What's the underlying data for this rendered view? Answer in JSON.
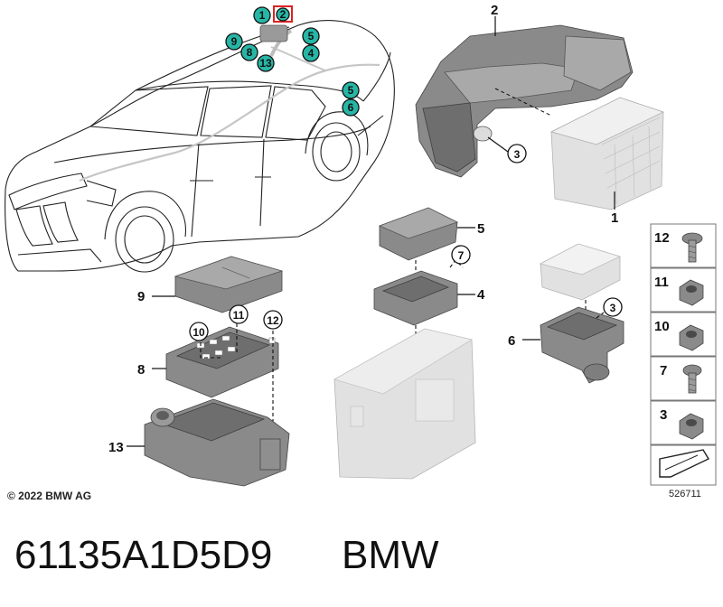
{
  "car_callouts": [
    "1",
    "2",
    "5",
    "9",
    "8",
    "4",
    "13",
    "5",
    "6"
  ],
  "labels": {
    "p1": "1",
    "p2": "2",
    "p3": "3",
    "p3b": "3",
    "p4": "4",
    "p5": "5",
    "p6": "6",
    "p7": "7",
    "p8": "8",
    "p9": "9",
    "p10": "10",
    "p11": "11",
    "p12": "12",
    "p13": "13"
  },
  "legend": {
    "items": [
      "12",
      "11",
      "10",
      "7",
      "3"
    ]
  },
  "copyright": "© 2022 BMW AG",
  "diagram_number": "526711",
  "part_number": "61135A1D5D9",
  "brand": "BMW"
}
